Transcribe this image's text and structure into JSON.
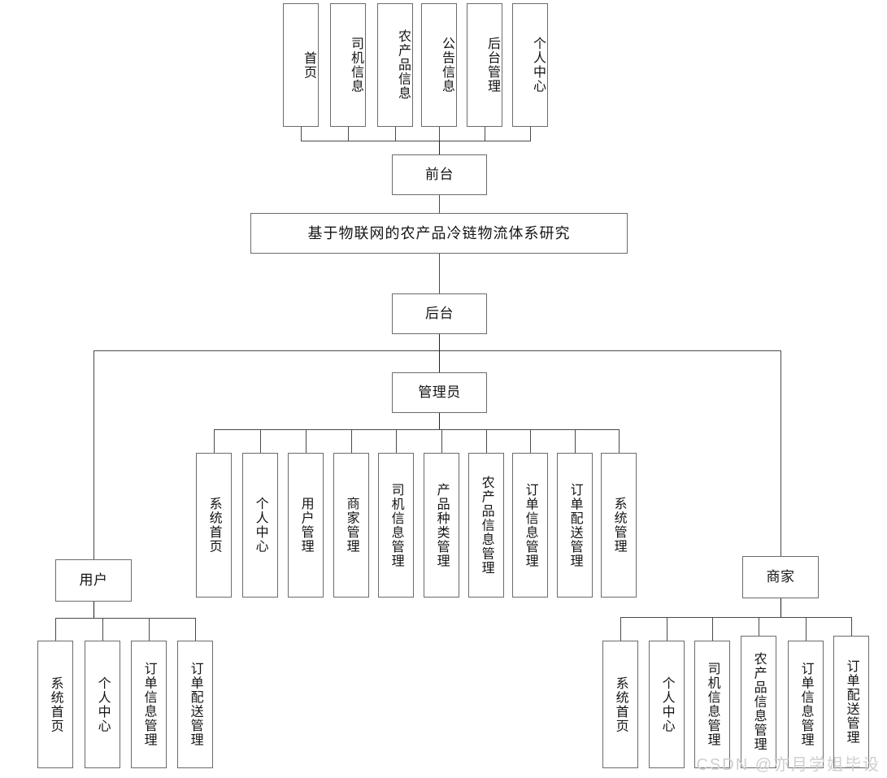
{
  "diagram": {
    "title": "基于物联网的农产品冷链物流体系研究",
    "watermark": "CSDN @亦月学姐毕设",
    "root_label": "基于物联网的农产品冷链物流体系研究",
    "frontend": {
      "label": "前台",
      "children": [
        "首页",
        "司机信息",
        "农产品信息",
        "公告信息",
        "后台管理",
        "个人中心"
      ]
    },
    "backend": {
      "label": "后台",
      "roles": [
        {
          "label": "用户",
          "children": [
            "系统首页",
            "个人中心",
            "订单信息管理",
            "订单配送管理"
          ]
        },
        {
          "label": "管理员",
          "children": [
            "系统首页",
            "个人中心",
            "用户管理",
            "商家管理",
            "司机信息管理",
            "产品种类管理",
            "农产品信息管理",
            "订单信息管理",
            "订单配送管理",
            "系统管理"
          ]
        },
        {
          "label": "商家",
          "children": [
            "系统首页",
            "个人中心",
            "司机信息管理",
            "农产品信息管理",
            "订单信息管理",
            "订单配送管理"
          ]
        }
      ]
    }
  },
  "colors": {
    "border": "#6b6b6b",
    "line": "#4a4a4a",
    "text": "#141414",
    "watermark": "#cfcfcf",
    "background": "#ffffff"
  }
}
